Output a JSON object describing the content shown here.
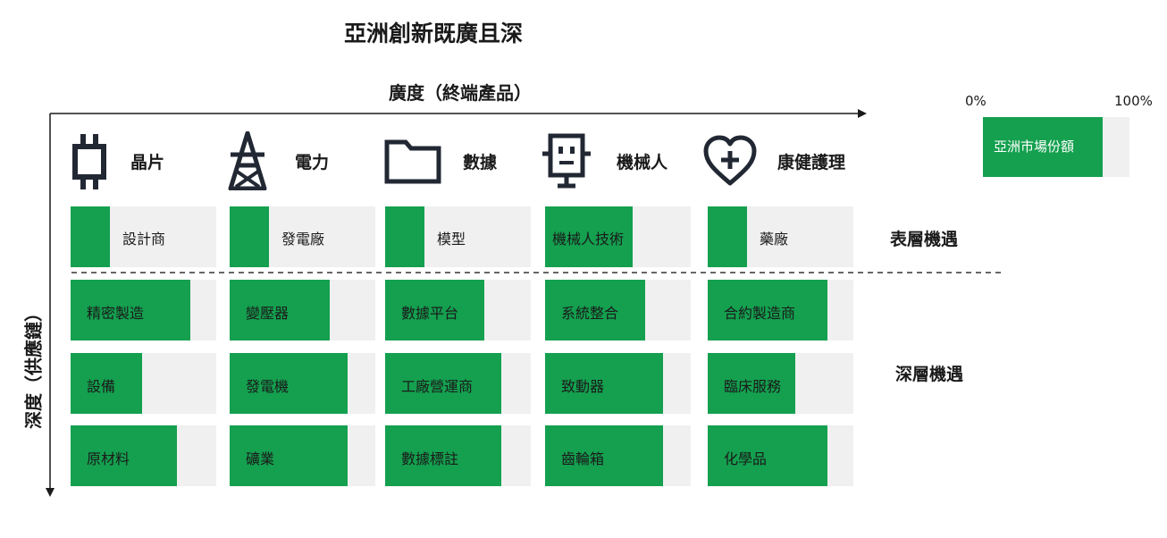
{
  "title": "亞洲創新既廣且深",
  "horizontal_axis_label": "廣度（終端產品）",
  "vertical_axis_label": "深度（供應鏈）",
  "legend": {
    "min_label": "0%",
    "max_label": "100%",
    "item_label": "亞洲市場份額",
    "color": "#14a04f",
    "fill": 0.82
  },
  "categories": [
    {
      "label": "晶片",
      "icon": "chip-icon"
    },
    {
      "label": "電力",
      "icon": "power-tower-icon"
    },
    {
      "label": "數據",
      "icon": "folder-icon"
    },
    {
      "label": "機械人",
      "icon": "robot-icon"
    },
    {
      "label": "康健護理",
      "icon": "heart-plus-icon"
    }
  ],
  "row_labels": {
    "surface": "表層機遇",
    "deep": "深層機遇"
  },
  "chart_data": {
    "type": "table",
    "columns": [
      "晶片",
      "電力",
      "數據",
      "機械人",
      "康健護理"
    ],
    "rows": [
      {
        "level": "表層機遇",
        "cells": [
          {
            "label": "設計商",
            "share": 0.27
          },
          {
            "label": "發電廠",
            "share": 0.27
          },
          {
            "label": "模型",
            "share": 0.27
          },
          {
            "label": "機械人技術",
            "share": 0.6
          },
          {
            "label": "藥廠",
            "share": 0.27
          }
        ]
      },
      {
        "level": "深層機遇",
        "cells": [
          {
            "label": "精密製造",
            "share": 0.82
          },
          {
            "label": "變壓器",
            "share": 0.69
          },
          {
            "label": "數據平台",
            "share": 0.68
          },
          {
            "label": "系統整合",
            "share": 0.69
          },
          {
            "label": "合約製造商",
            "share": 0.82
          }
        ]
      },
      {
        "level": "深層機遇",
        "cells": [
          {
            "label": "設備",
            "share": 0.49
          },
          {
            "label": "發電機",
            "share": 0.81
          },
          {
            "label": "工廠營運商",
            "share": 0.8
          },
          {
            "label": "致動器",
            "share": 0.81
          },
          {
            "label": "臨床服務",
            "share": 0.6
          }
        ]
      },
      {
        "level": "深層機遇",
        "cells": [
          {
            "label": "原材料",
            "share": 0.73
          },
          {
            "label": "礦業",
            "share": 0.81
          },
          {
            "label": "數據標註",
            "share": 0.8
          },
          {
            "label": "齒輪箱",
            "share": 0.81
          },
          {
            "label": "化學品",
            "share": 0.82
          }
        ]
      }
    ]
  }
}
